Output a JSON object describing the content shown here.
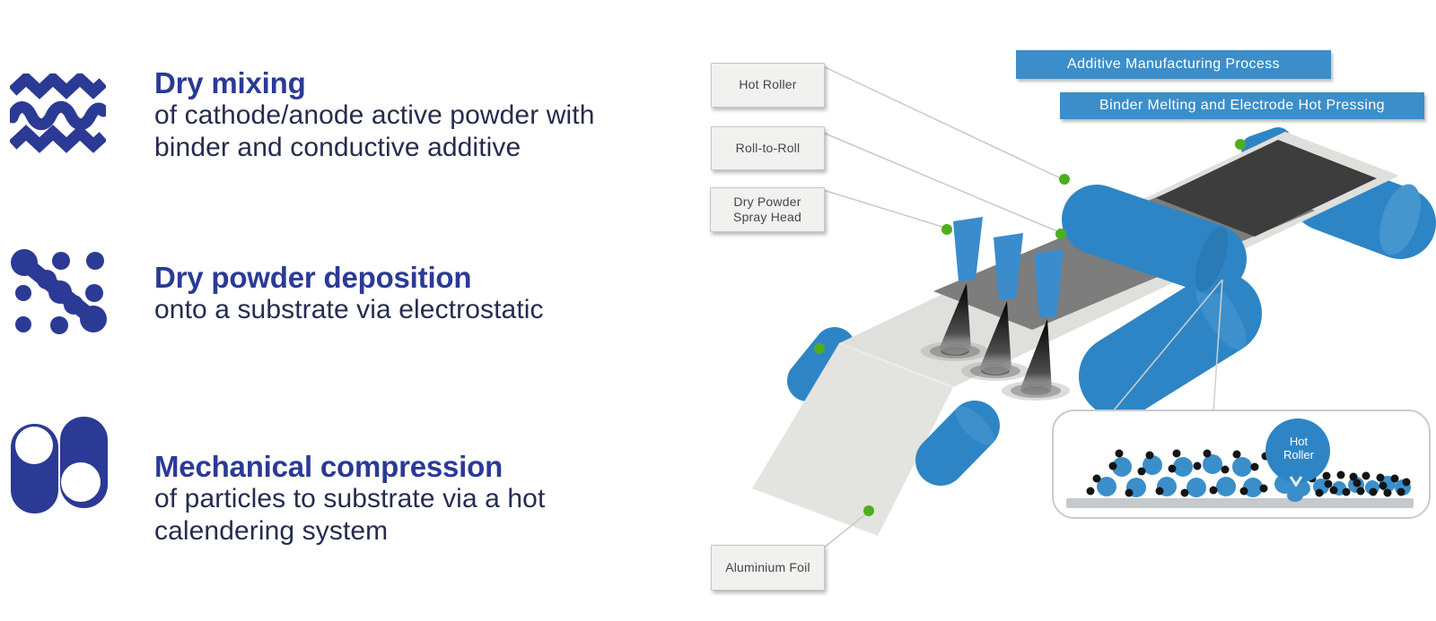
{
  "features": [
    {
      "icon": "waves-icon",
      "title": "Dry mixing",
      "lines": [
        "of cathode/anode active powder with",
        "binder and conductive additive"
      ]
    },
    {
      "icon": "particles-icon",
      "title": "Dry powder deposition",
      "lines": [
        "onto a substrate via electrostatic"
      ]
    },
    {
      "icon": "compression-icon",
      "title": "Mechanical compression",
      "lines": [
        "of particles to substrate via a hot",
        "calendering system"
      ]
    }
  ],
  "diagram": {
    "callouts": {
      "hot_roller": "Hot Roller",
      "roll_to_roll": "Roll-to-Roll",
      "spray_head_line1": "Dry Powder",
      "spray_head_line2": "Spray Head",
      "aluminium_foil": "Aluminium Foil"
    },
    "banners": {
      "first": "Additive Manufacturing Process",
      "second": "Binder Melting and Electrode Hot Pressing"
    },
    "inset": {
      "roller_label": "Hot Roller"
    },
    "colors": {
      "heading_blue": "#2b3a96",
      "body_navy": "#252c4f",
      "icon_blue": "#2b3a94",
      "roller_blue": "#2e85c5",
      "banner_blue": "#3b8ec9",
      "particle_blue": "#3a8fcb",
      "green_dot": "#4fae1e",
      "web_light_gray": "#dfdfdc",
      "powder_gray": "#7d7d7d",
      "pressed_dark": "#3d3d3d"
    }
  }
}
